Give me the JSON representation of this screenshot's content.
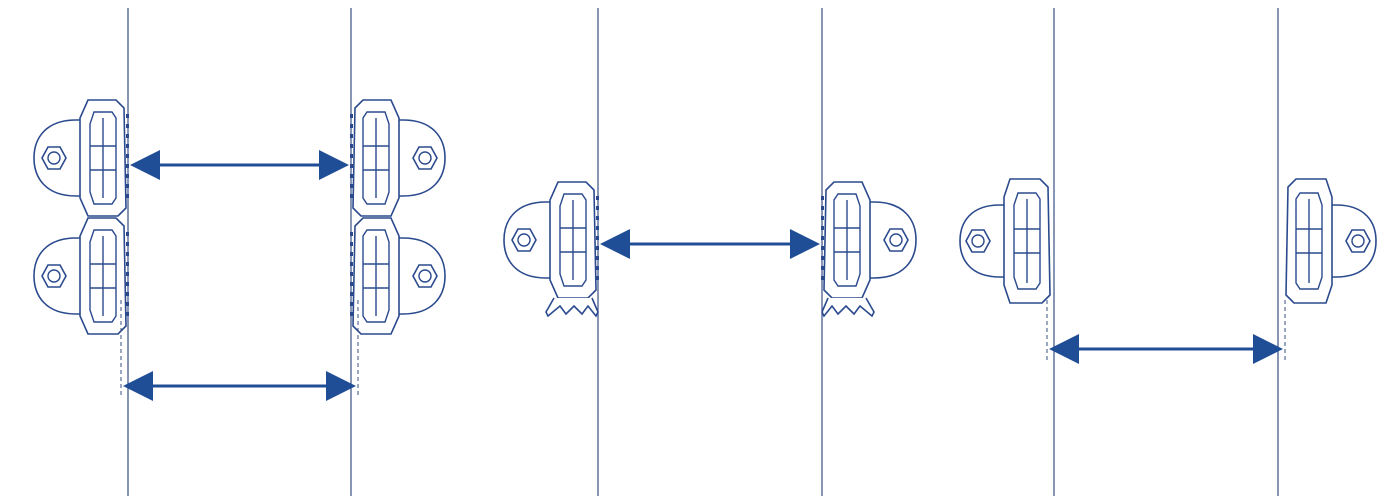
{
  "diagram": {
    "colors": {
      "rail": "#3a4f86",
      "dimension": "#1f4d96",
      "clip": "#2b4a8e",
      "background": "#ffffff"
    },
    "panels": [
      {
        "id": "double-row",
        "clips_per_rail": 2,
        "dimensions": 2
      },
      {
        "id": "single-with-foot",
        "clips_per_rail": 1,
        "dimensions": 1
      },
      {
        "id": "single-slim",
        "clips_per_rail": 1,
        "dimensions": 1
      }
    ]
  }
}
